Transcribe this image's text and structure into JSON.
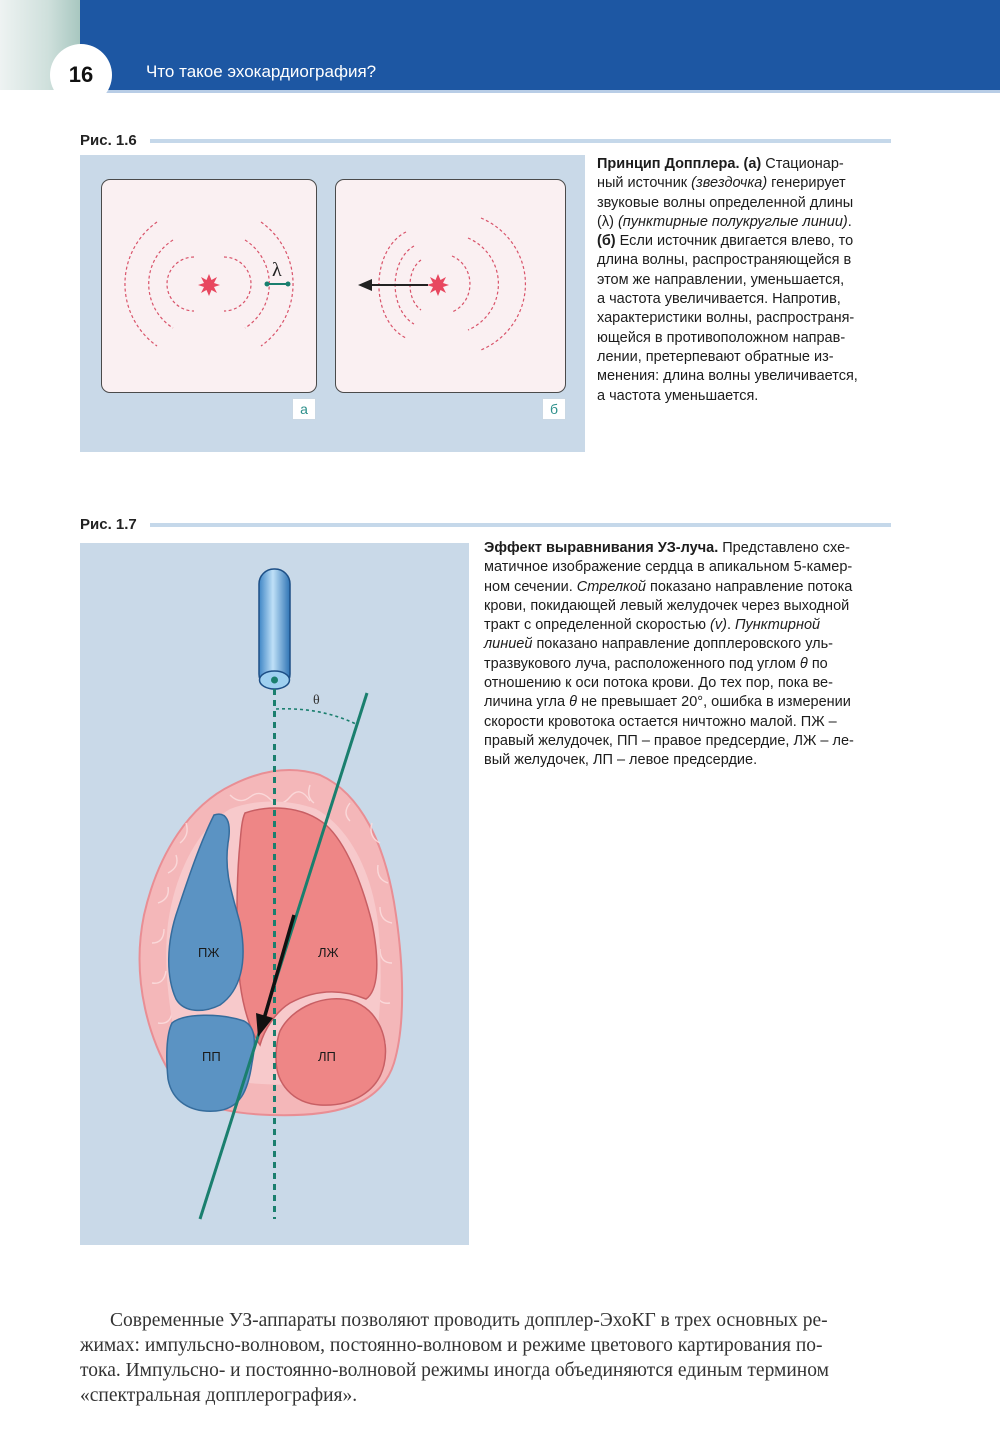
{
  "header": {
    "page_number": "16",
    "title": "Что такое эхокардиография?"
  },
  "figure_1_6": {
    "label": "Рис. 1.6",
    "panel_a_label": "а",
    "panel_b_label": "б",
    "lambda_symbol": "λ",
    "caption_title": "Принцип Допплера.",
    "caption_lines": [
      [
        "b:Принцип Допплера. ",
        "b:(а)",
        " Стационар-"
      ],
      [
        "ный источник ",
        "i:(звездочка)",
        " генерирует"
      ],
      [
        "звуковые волны определенной длины"
      ],
      [
        "(λ) ",
        "i:(пунктирные полукруглые линии)",
        "."
      ],
      [
        "b:(б)",
        " Если источник двигается влево, то"
      ],
      [
        "длина волны, распространяющейся в"
      ],
      [
        "этом же направлении, уменьшается,"
      ],
      [
        "а частота увеличивается. Напротив,"
      ],
      [
        "характеристики волны, распространя-"
      ],
      [
        "ющейся в противоположном направ-"
      ],
      [
        "лении, претерпевают обратные из-"
      ],
      [
        "менения: длина волны увеличивается,"
      ],
      [
        "а частота уменьшается."
      ]
    ]
  },
  "figure_1_7": {
    "label": "Рис. 1.7",
    "theta_symbol": "θ",
    "chambers": {
      "rv": "ПЖ",
      "lv": "ЛЖ",
      "ra": "ПП",
      "la": "ЛП"
    },
    "caption_lines": [
      [
        "b:Эффект выравнивания УЗ-луча.",
        " Представлено схе-"
      ],
      [
        "матичное изображение сердца в апикальном 5-камер-"
      ],
      [
        "ном сечении. ",
        "i:Стрелкой",
        " показано направление потока"
      ],
      [
        "крови, покидающей левый желудочек через выходной"
      ],
      [
        "тракт с определенной скоростью ",
        "i:(v)",
        ". ",
        "i:Пунктирной"
      ],
      [
        "i:линией",
        " показано направление допплеровского уль-"
      ],
      [
        "тразвукового луча, расположенного под углом ",
        "i:θ",
        " по"
      ],
      [
        "отношению к оси потока крови. До тех пор, пока ве-"
      ],
      [
        "личина угла ",
        "i:θ",
        " не превышает 20°, ошибка в измерении"
      ],
      [
        "скорости кровотока остается ничтожно малой. ПЖ –"
      ],
      [
        "правый желудочек, ПП – правое предсердие, ЛЖ – ле-"
      ],
      [
        "вый желудочек, ЛП – левое предсердие."
      ]
    ]
  },
  "body_text": [
    "Современные УЗ-аппараты позволяют проводить допплер-ЭхоКГ в трех основных ре-",
    "жимах: импульсно-волновом, постоянно-волновом и режиме цветового картирования по-",
    "тока. Импульсно- и постоянно-волновой режимы иногда объединяются единым термином",
    "«спектральная допплерография»."
  ],
  "colors": {
    "header_blue": "#1d57a3",
    "figure_bg": "#c9d9e8",
    "panel_bg": "#faf0f2",
    "wave_red": "#d9536a",
    "teal_beam": "#1a7f6e",
    "rv_blue": "#5b93c3",
    "lv_red": "#ef8a8a",
    "myocardium": "#f4b7b9"
  }
}
